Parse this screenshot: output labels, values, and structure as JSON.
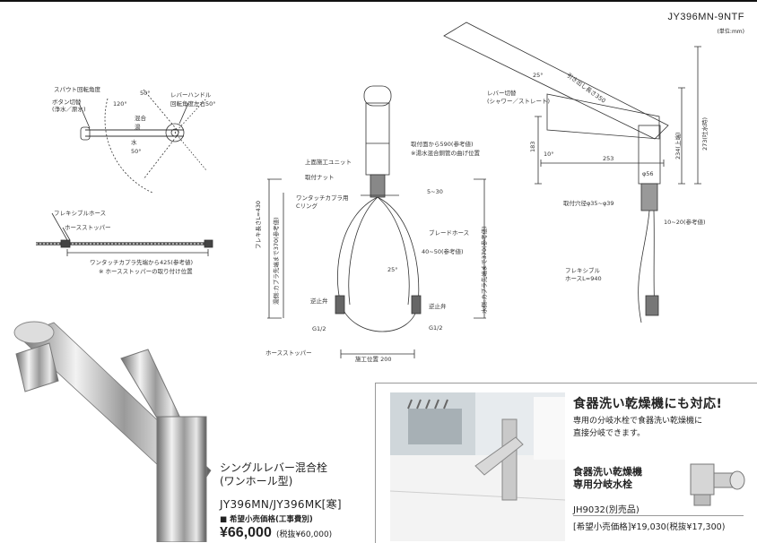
{
  "header": {
    "model_code": "JY396MN-9NTF",
    "unit_note": "(単位:mm)"
  },
  "top_view": {
    "spout_rotation": "スパウト回転角度",
    "button_switch": "ボタン切替",
    "button_switch_sub": "(浄水／原水)",
    "lever_handle": "レバーハンドル",
    "lever_rotation": "回転角度左右50°",
    "angle_120": "120°",
    "angle_50a": "50°",
    "angle_50b": "50°",
    "mix": "混合",
    "hot": "湯",
    "cold": "水"
  },
  "hose_view": {
    "flexible_hose": "フレキシブルホース",
    "hose_stopper": "ホースストッパー",
    "coupler_length": "ワンタッチカプラ先端から425(参考値)",
    "note": "※ ホースストッパーの取り付け位置"
  },
  "front_view": {
    "top_construction_unit": "上面施工ユニット",
    "mounting_nut": "取付ナット",
    "coupler": "ワンタッチカプラ用",
    "c_ring": "Cリング",
    "mount_surface": "取付面から590(参考値)",
    "bend_note": "※湯水混合銅管の曲げ位置",
    "dim_5_30": "5~30",
    "braided_hose": "ブレードホース",
    "dim_40_50": "40~50(参考値)",
    "angle_25": "25°",
    "flex_hose_length": "フレキ長さL=430",
    "hot_coupler": "湯側:カプラ先端まで370(参考値)",
    "cold_coupler": "水側:カプラ先端まで370(参考値)",
    "check_valve_left": "逆止弁",
    "check_valve_right": "逆止弁",
    "g_left": "G1/2",
    "g_right": "G1/2",
    "hose_stopper": "ホースストッパー",
    "construction_position": "施工位置 200"
  },
  "side_view": {
    "angle_25": "25°",
    "pull_length": "引き出し長さ350",
    "lever_switch": "レバー切替",
    "lever_switch_sub": "(シャワー／ストレート)",
    "dim_183": "183",
    "angle_10": "10°",
    "dim_253": "253",
    "dim_56": "φ56",
    "dim_234": "234(上端)",
    "dim_273": "273(吐水時)",
    "mounting_hole": "取付穴径φ35~φ39",
    "dim_10_20": "10~20(参考値)",
    "flexible_hose": "フレキシブル",
    "hose_length": "ホースL=940"
  },
  "product": {
    "name_line1": "シングルレバー混合栓",
    "name_line2": "(ワンホール型)",
    "model": "JY396MN/JY396MK[寒]",
    "price_label": "■ 希望小売価格(工事費別)",
    "price": "¥66,000",
    "price_tax": "(税抜¥60,000)"
  },
  "dishwasher": {
    "title": "食器洗い乾燥機にも対応!",
    "desc_line1": "専用の分岐水栓で食器洗い乾燥機に",
    "desc_line2": "直接分岐できます。",
    "valve_name_line1": "食器洗い乾燥機",
    "valve_name_line2": "専用分岐水栓",
    "valve_model": "JH9032(別売品)",
    "valve_price": "[希望小売価格]¥19,030(税抜¥17,300)"
  }
}
